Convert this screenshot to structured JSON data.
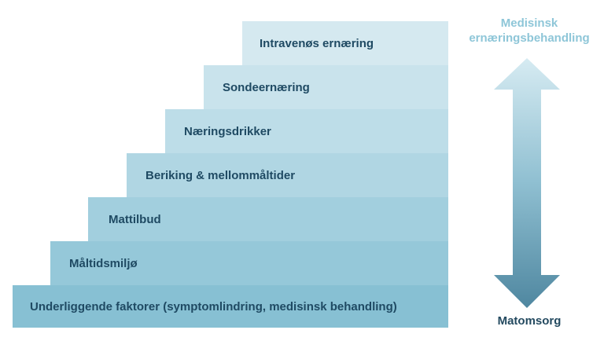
{
  "steps": [
    {
      "label": "Underliggende faktorer (symptomlindring, medisinsk behandling)",
      "color": "#87c0d3"
    },
    {
      "label": "Måltidsmiljø",
      "color": "#95c8d9"
    },
    {
      "label": "Mattilbud",
      "color": "#a2cfde"
    },
    {
      "label": "Beriking & mellommåltider",
      "color": "#b0d6e3"
    },
    {
      "label": "Næringsdrikker",
      "color": "#bddde8"
    },
    {
      "label": "Sondeernæring",
      "color": "#c9e3ec"
    },
    {
      "label": "Intravenøs ernæring",
      "color": "#d5e9f0"
    }
  ],
  "axis": {
    "top_label_line1": "Medisinsk",
    "top_label_line2": "ernæringsbehandling",
    "bottom_label": "Matomsorg",
    "arrow_top_color": "#d6ebf2",
    "arrow_bottom_color": "#4f87a0"
  }
}
